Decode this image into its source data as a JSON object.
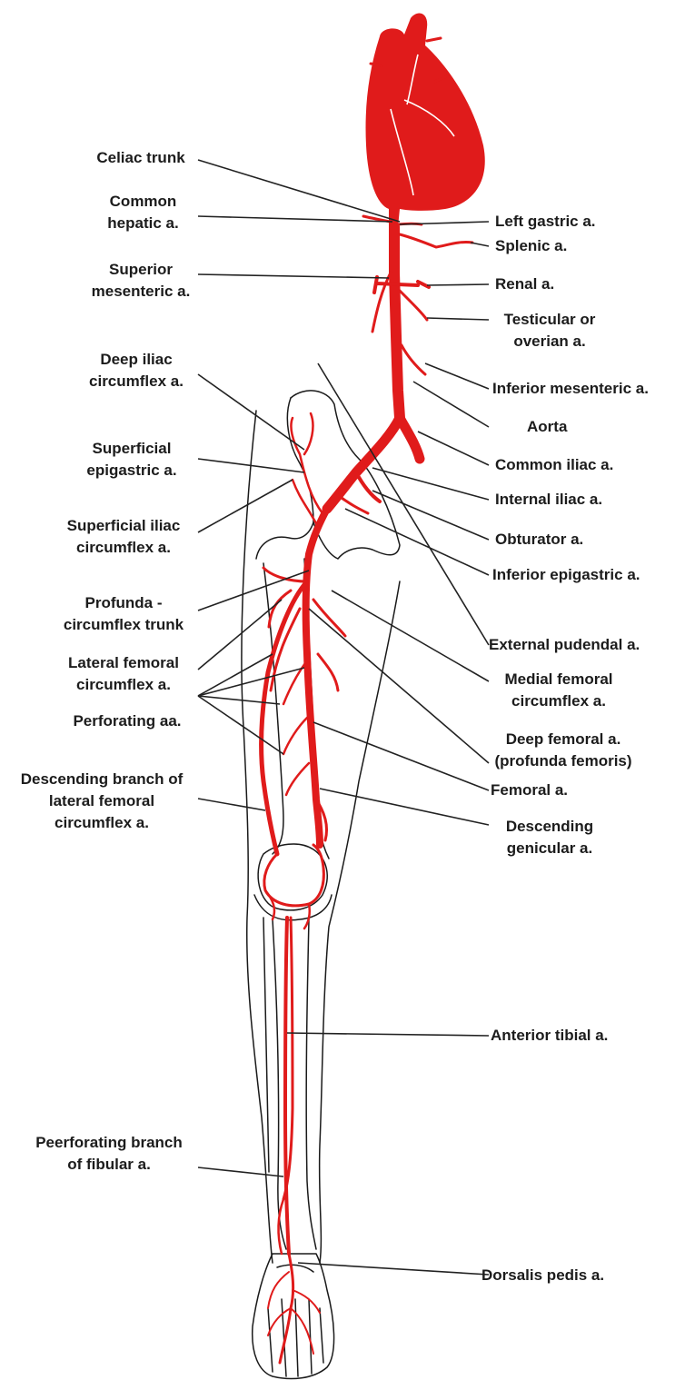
{
  "colors": {
    "artery": "#e01b1b",
    "outline": "#1a1a1a",
    "label": "#1c1c1c",
    "background": "#ffffff"
  },
  "labels": {
    "celiac_trunk": [
      "Celiac trunk"
    ],
    "common_hepatic": [
      "Common",
      "hepatic a."
    ],
    "superior_mesenteric": [
      "Superior",
      "mesenteric a."
    ],
    "deep_iliac_circumflex": [
      "Deep iliac",
      "circumflex a."
    ],
    "superficial_epigastric": [
      "Superficial",
      "epigastric a."
    ],
    "superficial_iliac_circumflex": [
      "Superficial iliac",
      "circumflex a."
    ],
    "profunda_circumflex_trunk": [
      "Profunda -",
      "circumflex trunk"
    ],
    "lateral_femoral_circumflex": [
      "Lateral femoral",
      "circumflex a."
    ],
    "perforating_aa": [
      "Perforating aa."
    ],
    "descending_branch_lfc": [
      "Descending branch of",
      "lateral femoral",
      "circumflex a."
    ],
    "peerforating_branch_fibular": [
      "Peerforating branch",
      "of fibular a."
    ],
    "left_gastric": [
      "Left gastric a."
    ],
    "splenic": [
      "Splenic a."
    ],
    "renal": [
      "Renal a."
    ],
    "testicular_ovarian": [
      "Testicular or",
      "overian a."
    ],
    "inferior_mesenteric": [
      "Inferior mesenteric a."
    ],
    "aorta": [
      "Aorta"
    ],
    "common_iliac": [
      "Common iliac a."
    ],
    "internal_iliac": [
      "Internal iliac a."
    ],
    "obturator": [
      "Obturator a."
    ],
    "inferior_epigastric": [
      "Inferior epigastric a."
    ],
    "external_pudendal": [
      "External pudendal a."
    ],
    "medial_femoral_circumflex": [
      "Medial femoral",
      "circumflex a."
    ],
    "deep_femoral": [
      "Deep femoral a.",
      "(profunda femoris)"
    ],
    "femoral": [
      "Femoral a."
    ],
    "descending_genicular": [
      "Descending",
      "genicular a."
    ],
    "anterior_tibial": [
      "Anterior tibial a."
    ],
    "dorsalis_pedis": [
      "Dorsalis pedis a."
    ]
  }
}
